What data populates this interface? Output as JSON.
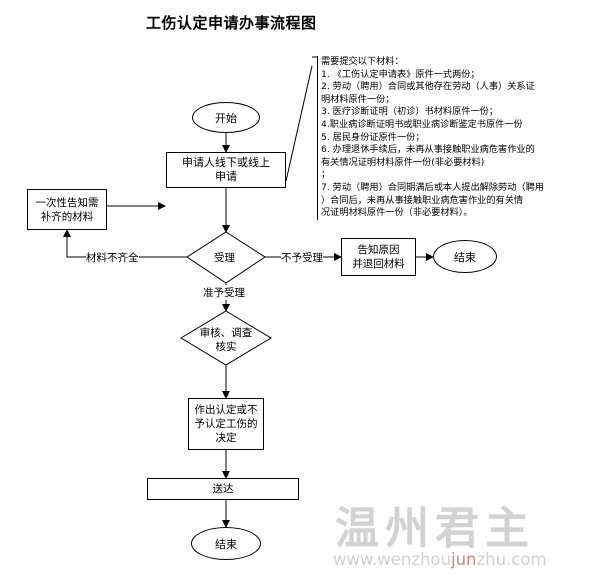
{
  "title": "工伤认定申请办事流程图",
  "nodes": {
    "start": "开始",
    "apply_line1": "申请人线下或线上",
    "apply_line2": "申请",
    "notify_line1": "一次性告知需",
    "notify_line2": "补齐的材料",
    "accept": "受理",
    "review_line1": "审核、调查",
    "review_line2": "核实",
    "decision_line1": "作出认定或不",
    "decision_line2": "予认定工伤的",
    "decision_line3": "决定",
    "deliver": "送达",
    "end_bottom": "结束",
    "reject_line1": "告知原因",
    "reject_line2": "并退回材料",
    "end_right": "结束"
  },
  "edge_labels": {
    "incomplete": "材料不齐全",
    "not_accepted": "不予受理",
    "accepted": "准予受理"
  },
  "materials_note": {
    "heading": "需要提交以下材料：",
    "lines": [
      "1. 《工伤认定申请表》原件一式两份；",
      "2. 劳动（聘用）合同或其他存在劳动（人事）关系证",
      "明材料原件一份；",
      "3. 医疗诊断证明（初诊）书材料原件一份；",
      "4.职业病诊断证明书或职业病诊断鉴定书原件一份",
      "5. 居民身份证原件一份；",
      "6. 办理退休手续后，未再从事接触职业病危害作业的",
      "有关情况证明材料原件一份(非必要材料)",
      "；",
      "7. 劳动（聘用）合同期满后或本人提出解除劳动（聘用",
      "）合同后，未再从事接触职业病危害作业的有关情",
      "况证明材料原件一份（非必要材料）。"
    ]
  },
  "watermark": {
    "chinese": "温州君主",
    "url_part1": "www.wenzhou",
    "url_part2": "jun",
    "url_part3": "zhu.com"
  }
}
